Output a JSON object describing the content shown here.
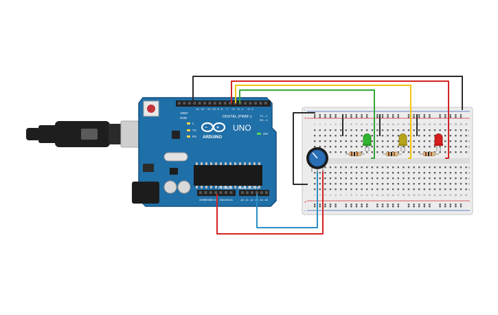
{
  "canvas": {
    "background": "#ffffff"
  },
  "arduino": {
    "logo_text": "ARDUINO",
    "model_text": "UNO",
    "digital_header_label": "DIGITAL (PWM~)",
    "power_label": "POWER",
    "analog_label": "ANALOG IN",
    "aref_label": "AREF",
    "gnd_label": "GND",
    "on_label": "ON",
    "l_label": "L",
    "tx_label": "TX",
    "rx_label": "RX",
    "tx_pin_label": "TX→1",
    "rx_pin_label": "RX←0",
    "digital_pins": [
      "13",
      "12",
      "~11",
      "~10",
      "~9",
      "8",
      "7",
      "~6",
      "~5",
      "4",
      "~3",
      "2"
    ],
    "power_pins": [
      "IOREF",
      "RESET",
      "3.3V",
      "5V",
      "GND",
      "GND",
      "Vin"
    ],
    "analog_pins": [
      "A0",
      "A1",
      "A2",
      "A3",
      "A4",
      "A5"
    ],
    "board_color": "#1f6fa8",
    "board_dark_color": "#15527f"
  },
  "usb_cable": {
    "body_color": "#1e1e1e",
    "plug_color": "#cfcfcf"
  },
  "breadboard": {
    "row_letters_top": [
      "j",
      "i",
      "h",
      "g",
      "f"
    ],
    "row_letters_bottom": [
      "e",
      "d",
      "c",
      "b",
      "a"
    ],
    "column_numbers": [
      "1",
      "2",
      "3",
      "4",
      "5",
      "6",
      "7",
      "8",
      "9",
      "10",
      "11",
      "12",
      "13",
      "14",
      "15",
      "16",
      "17",
      "18",
      "19",
      "20",
      "21",
      "22",
      "23",
      "24",
      "25",
      "26",
      "27",
      "28",
      "29",
      "30"
    ],
    "plus_label": "+",
    "minus_label": "-",
    "body_color": "#ececec",
    "rail_red": "#d22b2b",
    "rail_blue": "#2f5fb5"
  },
  "leds": [
    {
      "name": "green-led",
      "color": "#2fb52f"
    },
    {
      "name": "yellow-led",
      "color": "#b7a51b"
    },
    {
      "name": "red-led",
      "color": "#d61e1e"
    }
  ],
  "wires": {
    "red": "#d32222",
    "yellow": "#f2c40e",
    "green": "#36a63a",
    "black": "#2a2a2a",
    "blue": "#2a8fc4"
  },
  "potentiometer": {
    "knob_color": "#2a6fb5"
  }
}
